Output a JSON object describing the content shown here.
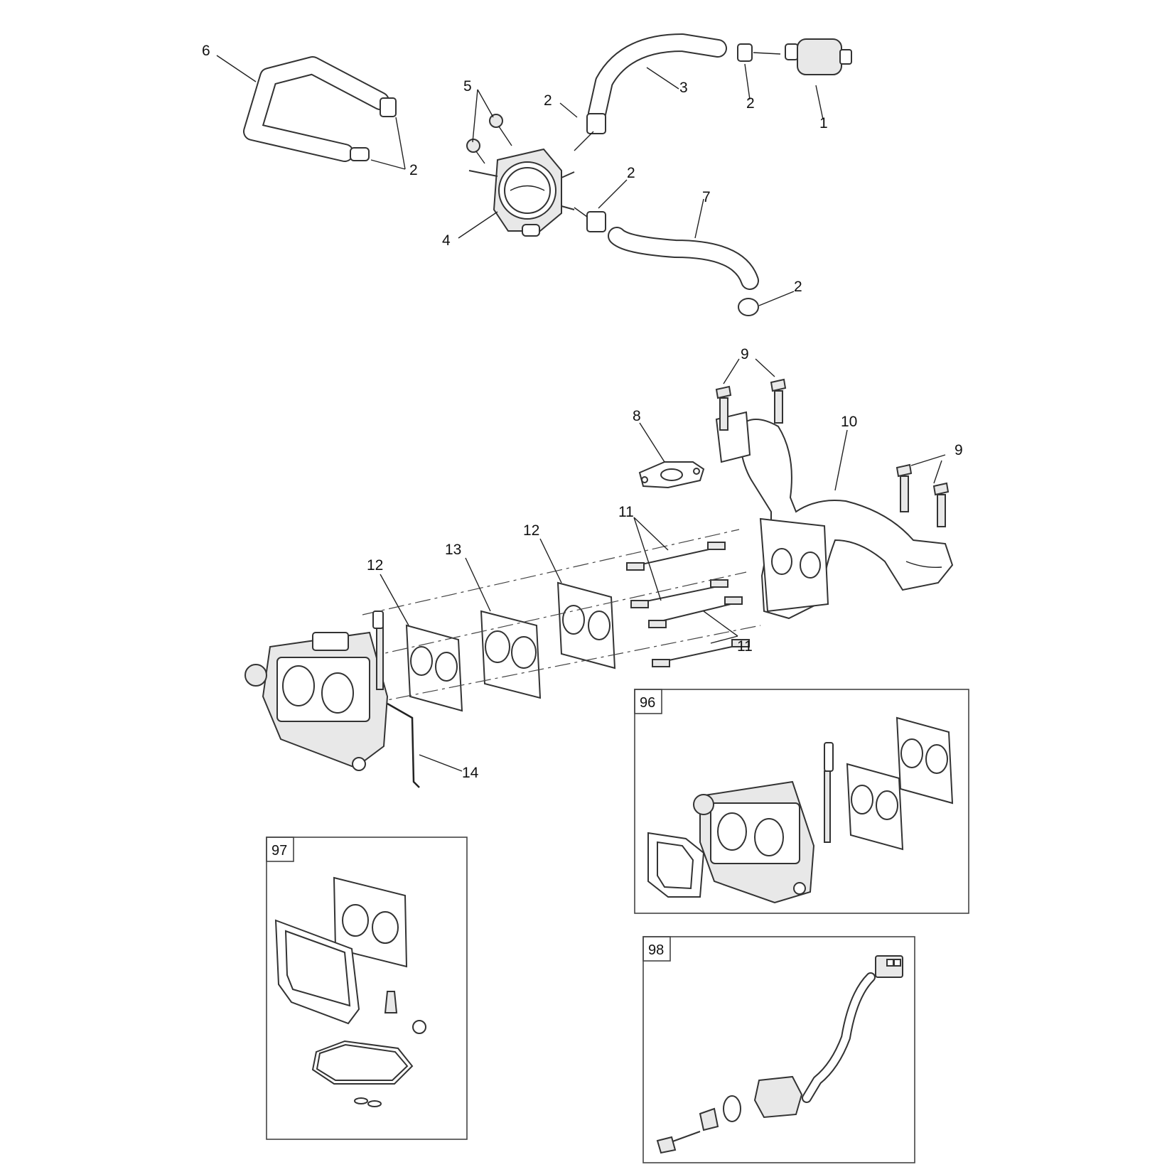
{
  "callouts": {
    "c1": "1",
    "c2a": "2",
    "c2b": "2",
    "c2c": "2",
    "c2d": "2",
    "c2e": "2",
    "c3": "3",
    "c4": "4",
    "c5": "5",
    "c6": "6",
    "c7": "7",
    "c8": "8",
    "c9a": "9",
    "c9b": "9",
    "c10": "10",
    "c11a": "11",
    "c11b": "11",
    "c12a": "12",
    "c12b": "12",
    "c13": "13",
    "c14": "14"
  },
  "kits": {
    "k96": "96",
    "k97": "97",
    "k98": "98"
  }
}
